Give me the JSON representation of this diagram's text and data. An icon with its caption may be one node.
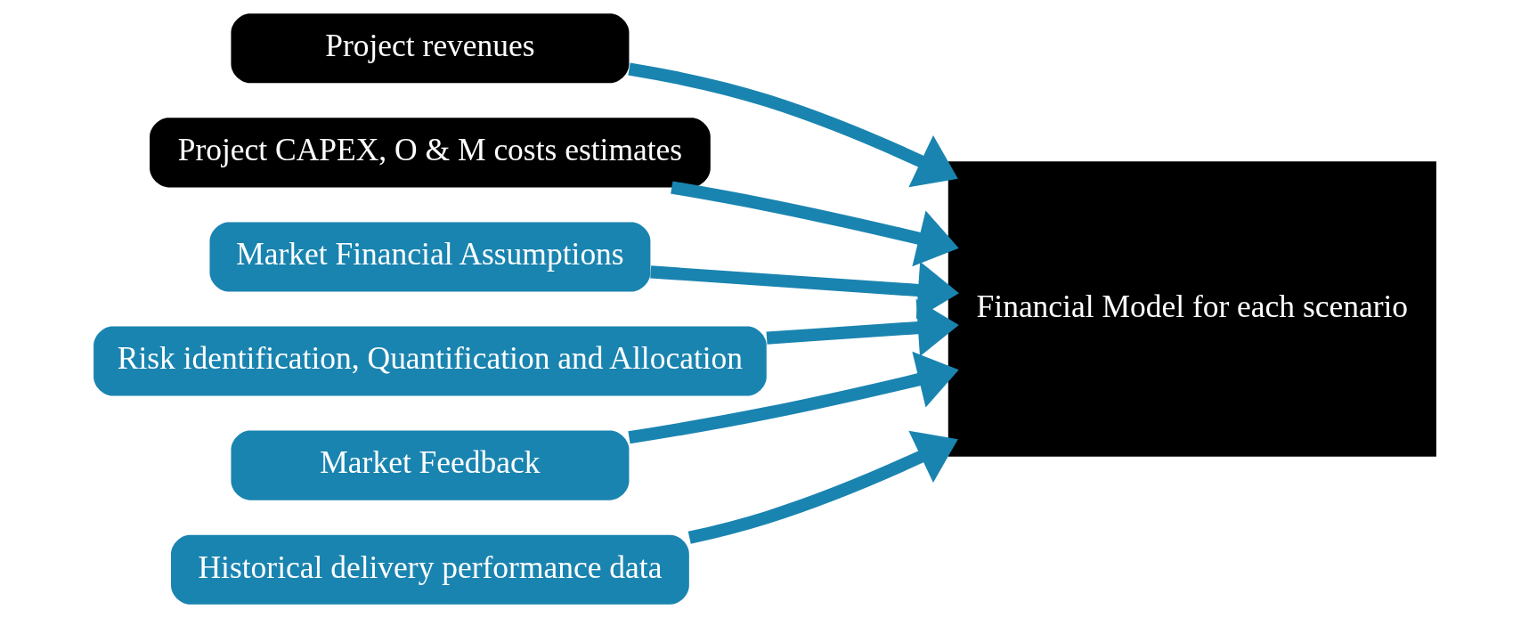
{
  "diagram": {
    "nodes": [
      {
        "text": [
          "Project revenues"
        ]
      },
      {
        "text": [
          "Project CAPEX, O & M costs estimates"
        ]
      },
      {
        "text": [
          "Market Financial Assumptions"
        ]
      },
      {
        "text": [
          "Risk identification, Quantification and Allocation"
        ]
      },
      {
        "text": [
          "Market Feedback"
        ]
      },
      {
        "text": [
          "Historical delivery performance data"
        ]
      },
      {
        "text": [
          "Financial Model for each scenario"
        ]
      }
    ],
    "edges": [
      {
        "from": 0,
        "to": 6,
        "arrow": "to"
      },
      {
        "from": 1,
        "to": 6,
        "arrow": "to"
      },
      {
        "from": 2,
        "to": 6,
        "arrow": "to"
      },
      {
        "from": 3,
        "to": 6,
        "arrow": "to"
      },
      {
        "from": 4,
        "to": 6,
        "arrow": "to"
      },
      {
        "from": 5,
        "to": 6,
        "arrow": "to"
      }
    ]
  }
}
